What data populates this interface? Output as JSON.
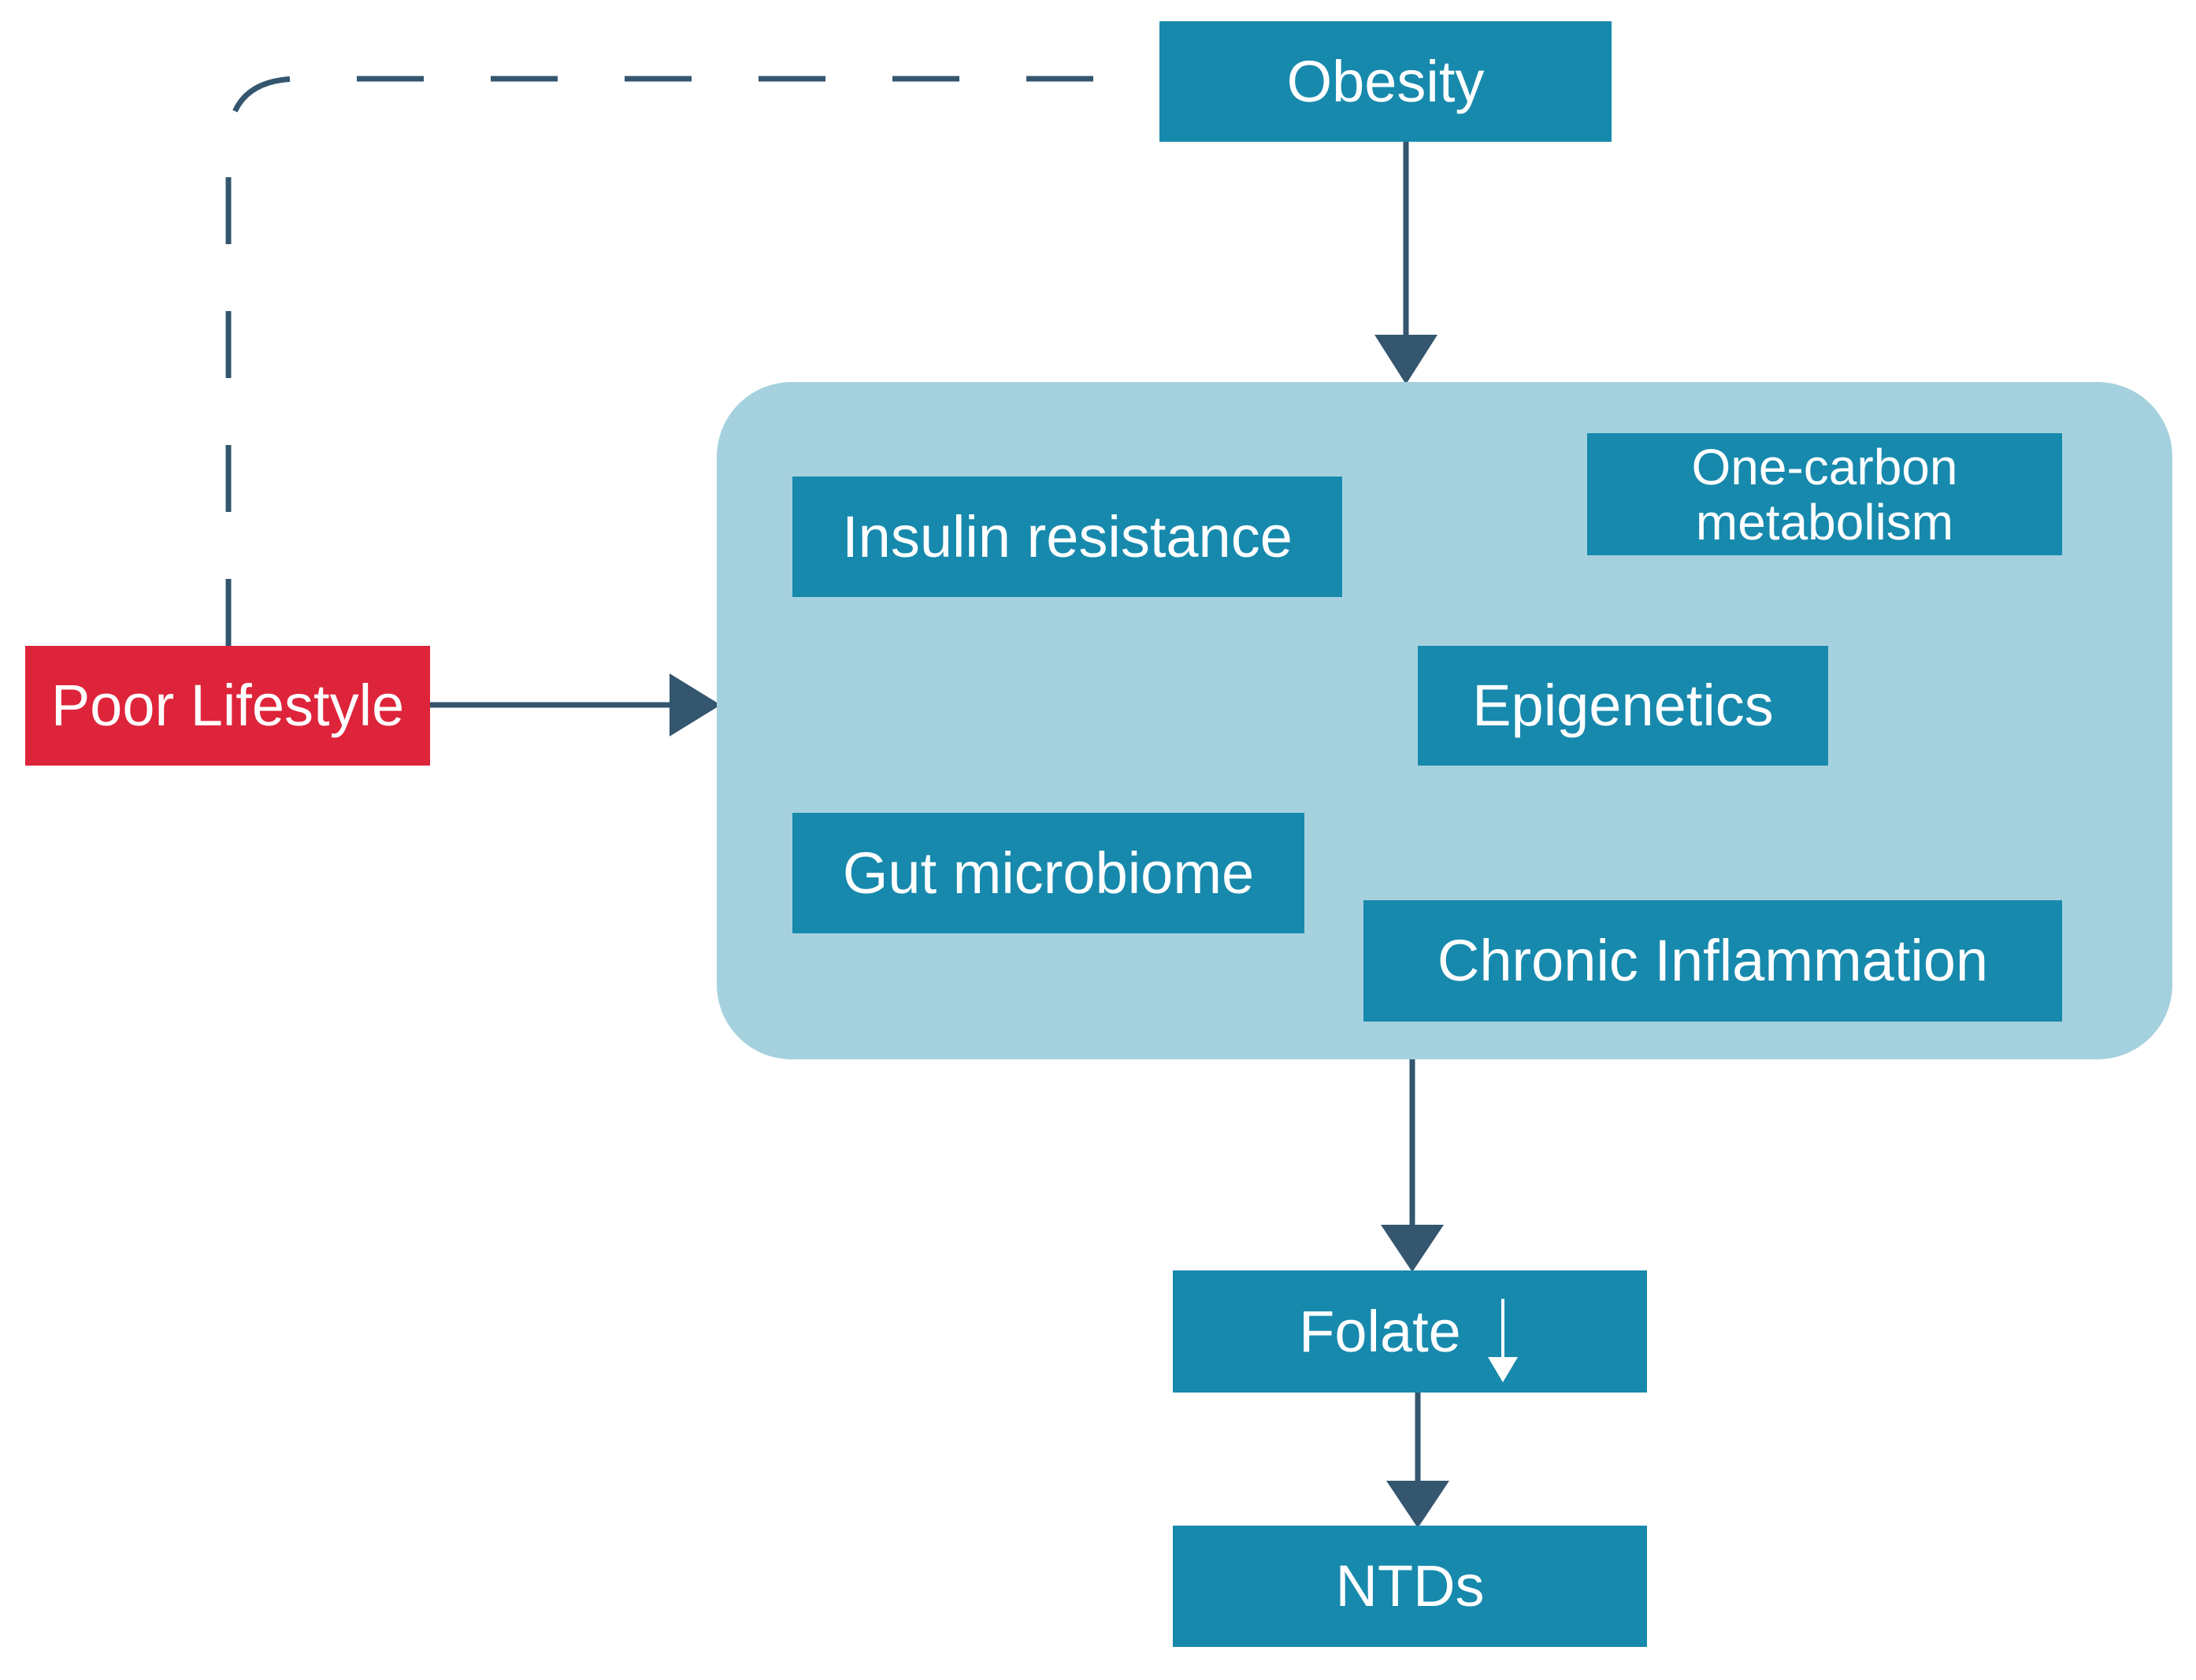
{
  "colors": {
    "box": "#1789ad",
    "highlight_box": "#de243a",
    "group_panel": "#a5d1de",
    "arrow": "#34566f",
    "text": "#ffffff"
  },
  "nodes": {
    "obesity": "Obesity",
    "poor_lifestyle": "Poor Lifestyle",
    "insulin_resistance": "Insulin resistance",
    "one_carbon_line1": "One-carbon",
    "one_carbon_line2": "metabolism",
    "epigenetics": "Epigenetics",
    "gut_microbiome": "Gut microbiome",
    "chronic_inflammation": "Chronic Inflammation",
    "folate": "Folate",
    "ntds": "NTDs"
  },
  "edges": [
    {
      "from": "Poor Lifestyle",
      "to": "Obesity",
      "style": "dashed"
    },
    {
      "from": "Obesity",
      "to": "mechanisms",
      "style": "solid"
    },
    {
      "from": "Poor Lifestyle",
      "to": "mechanisms",
      "style": "solid"
    },
    {
      "from": "mechanisms",
      "to": "Folate",
      "style": "solid"
    },
    {
      "from": "Folate",
      "to": "NTDs",
      "style": "solid"
    }
  ],
  "folate_indicator": "down-arrow"
}
